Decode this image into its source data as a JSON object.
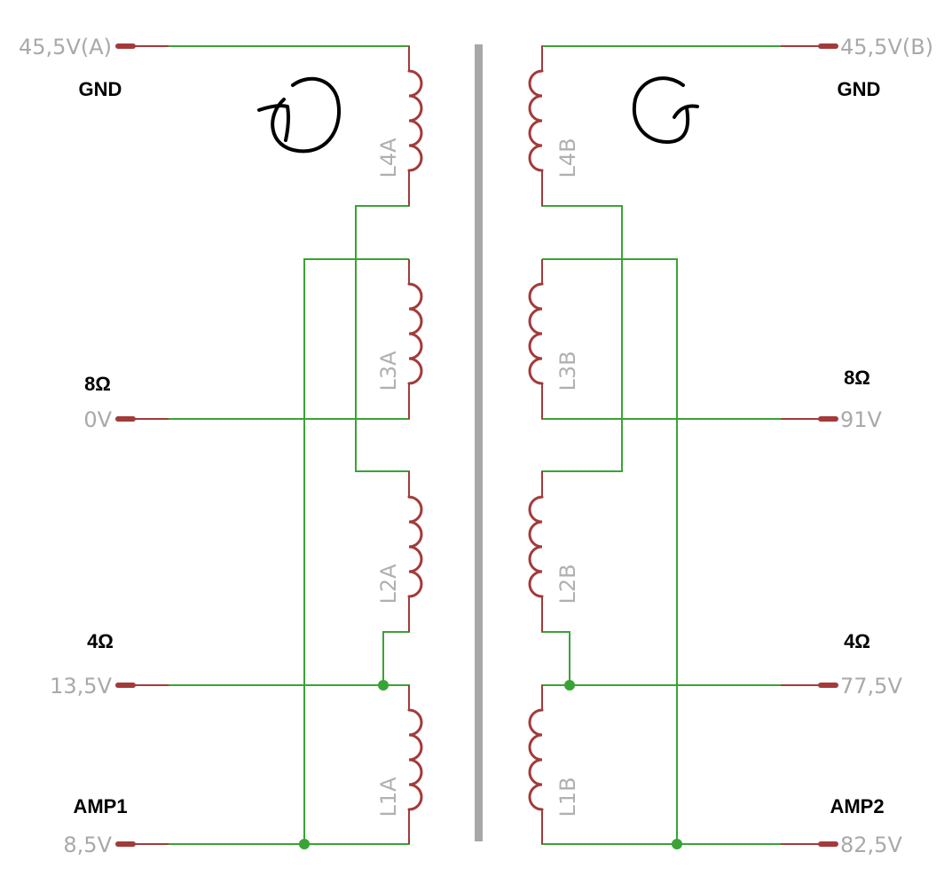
{
  "left": {
    "voltages": {
      "top": "45,5V(A)",
      "ohm8": "0V",
      "ohm4": "13,5V",
      "amp": "8,5V"
    },
    "labels": {
      "gnd": "GND",
      "ohm8": "8Ω",
      "ohm4": "4Ω",
      "amp": "AMP1"
    },
    "inductors": [
      "L4A",
      "L3A",
      "L2A",
      "L1A"
    ]
  },
  "right": {
    "voltages": {
      "top": "45,5V(B)",
      "ohm8": "91V",
      "ohm4": "77,5V",
      "amp": "82,5V"
    },
    "labels": {
      "gnd": "GND",
      "ohm8": "8Ω",
      "ohm4": "4Ω",
      "amp": "AMP2"
    },
    "inductors": [
      "L4B",
      "L3B",
      "L2B",
      "L1B"
    ]
  },
  "colors": {
    "wire": "#3aa335",
    "coil": "#a33a3a",
    "core": "#a8a8a8",
    "text_gray": "#a9a9a9"
  },
  "icons": {
    "left_arrow": "clockwise-arrow-icon",
    "right_arrow": "counterclockwise-arrow-icon"
  }
}
